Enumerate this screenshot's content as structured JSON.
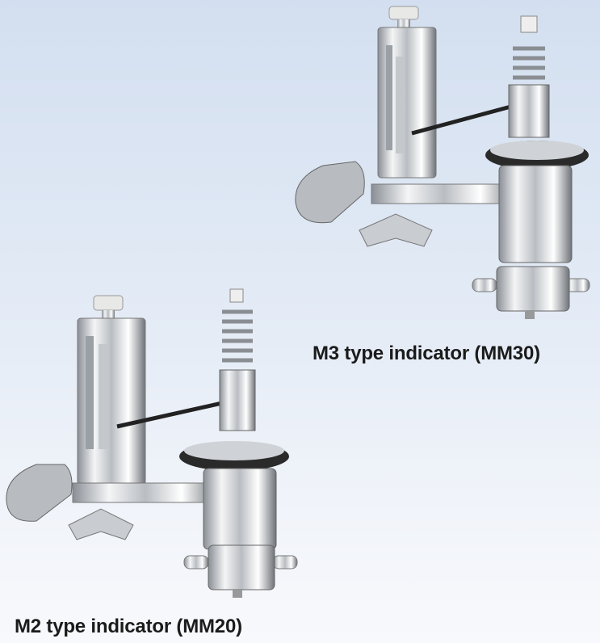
{
  "background": {
    "top_color": "#d3dff0",
    "bottom_color": "#f8f9fc"
  },
  "devices": [
    {
      "id": "m3",
      "caption": "M3 type indicator (MM30)",
      "image_alt": "M3 type indicator photo"
    },
    {
      "id": "m2",
      "caption": "M2 type indicator (MM20)",
      "image_alt": "M2 type indicator photo"
    }
  ]
}
